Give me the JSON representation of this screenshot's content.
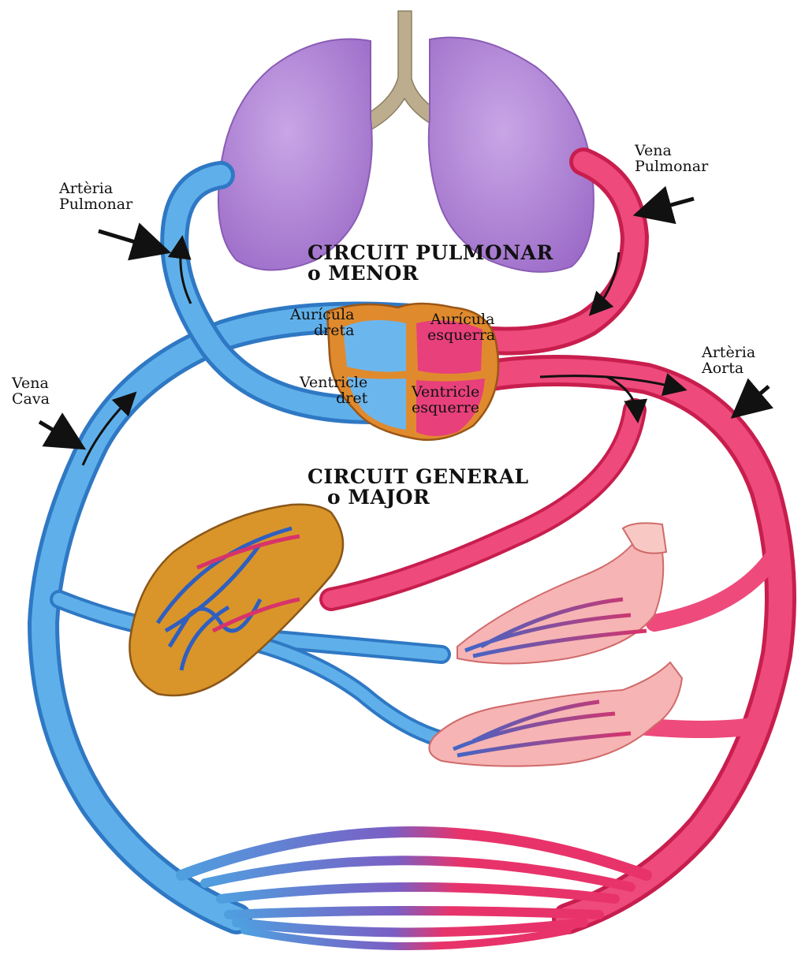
{
  "colors": {
    "venous": "#4f9fdf",
    "venous_dark": "#2f78c4",
    "arterial": "#e8336a",
    "arterial_dark": "#c81e4e",
    "lung": "#b48ad8",
    "trachea": "#b9a98c",
    "heart": "#e49a3a",
    "liver": "#d9952a",
    "organ_pink": "#f6b8b8"
  },
  "labels": {
    "arteria_pulmonar": [
      "Artèria",
      "Pulmonar"
    ],
    "vena_pulmonar": [
      "Vena",
      "Pulmonar"
    ],
    "circuit_pulmonar": [
      "CIRCUIT PULMONAR",
      "o MENOR"
    ],
    "auricula_dreta": [
      "Aurícula",
      "dreta"
    ],
    "auricula_esquerra": [
      "Aurícula",
      "esquerra"
    ],
    "ventricle_dret": [
      "Ventricle",
      "dret"
    ],
    "ventricle_esquerre": [
      "Ventricle",
      "esquerre"
    ],
    "arteria_aorta": [
      "Artèria",
      "Aorta"
    ],
    "vena_cava": [
      "Vena",
      "Cava"
    ],
    "circuit_general": [
      "CIRCUIT GENERAL",
      "o MAJOR"
    ]
  }
}
